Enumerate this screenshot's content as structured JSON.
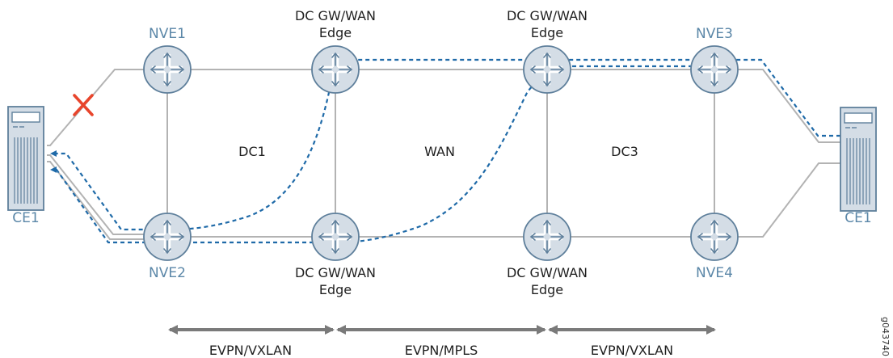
{
  "nodes": {
    "nve1": "NVE1",
    "nve2": "NVE2",
    "nve3": "NVE3",
    "nve4": "NVE4",
    "gw_top_left": [
      "DC GW/WAN",
      "Edge"
    ],
    "gw_top_right": [
      "DC GW/WAN",
      "Edge"
    ],
    "gw_bottom_left": [
      "DC GW/WAN",
      "Edge"
    ],
    "gw_bottom_right": [
      "DC GW/WAN",
      "Edge"
    ],
    "ce_left": "CE1",
    "ce_right": "CE1"
  },
  "areas": {
    "dc1": "DC1",
    "wan": "WAN",
    "dc3": "DC3"
  },
  "spans": {
    "left": "EVPN/VXLAN",
    "middle": "EVPN/MPLS",
    "right": "EVPN/VXLAN"
  },
  "figure_id": "g043740",
  "colors": {
    "router_fill": "#d4dde6",
    "router_stroke": "#5e7f9b",
    "link": "#b3b3b3",
    "path": "#1f6aa8",
    "failure": "#e8452c",
    "span_arrow": "#7a7a7a",
    "node_label": "#5b87a8"
  }
}
